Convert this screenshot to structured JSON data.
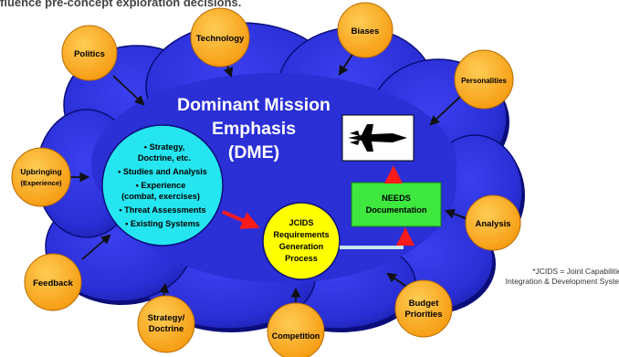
{
  "header_text": "fluence pre-concept exploration decisions.",
  "dme_title": [
    "Dominant Mission",
    "Emphasis",
    "(DME)"
  ],
  "inner_circle": [
    "• Strategy,",
    "Doctrine, etc.",
    "• Studies and Analysis",
    "• Experience",
    "(combat, exercises)",
    "• Threat Assessments",
    "• Existing Systems"
  ],
  "jcids": [
    "JCIDS",
    "Requirements",
    "Generation",
    "Process"
  ],
  "needs": [
    "NEEDS",
    "Documentation"
  ],
  "influences": {
    "politics": [
      "Politics"
    ],
    "technology": [
      "Technology"
    ],
    "biases": [
      "Biases"
    ],
    "personalities": [
      "Personalities"
    ],
    "upbringing": [
      "Upbringing",
      "(Experience)"
    ],
    "analysis": [
      "Analysis"
    ],
    "feedback": [
      "Feedback"
    ],
    "strategy": [
      "Strategy/",
      "Doctrine"
    ],
    "competition": [
      "Competition"
    ],
    "budget": [
      "Budget",
      "Priorities"
    ]
  },
  "footnote": [
    "*JCIDS = Joint Capabilities",
    "Integration & Development System"
  ],
  "colors": {
    "cloud": "#2a2fd6",
    "cloud_dark": "#0b0e7a",
    "influence": "#f7a41a",
    "inner_circle": "#25e6f0",
    "jcids": "#ffff00",
    "needs": "#3fe83f",
    "red_arrow": "#ff1a1a",
    "connector": "#c9e6f2"
  }
}
